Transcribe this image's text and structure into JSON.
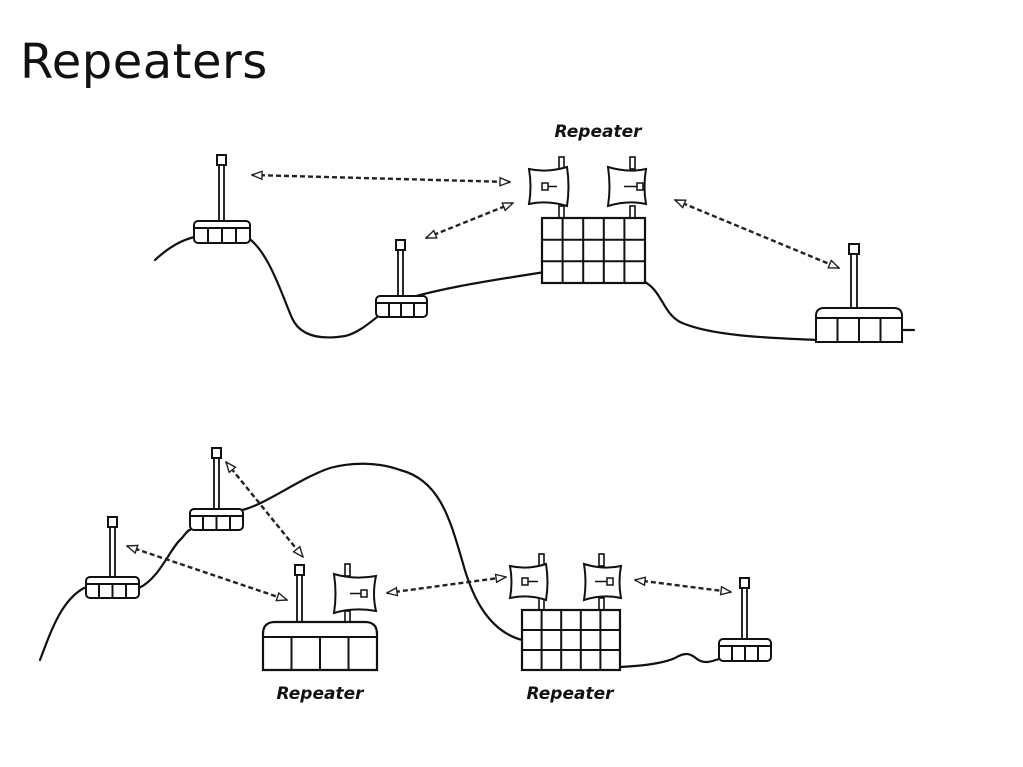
{
  "slide": {
    "title": "Repeaters"
  },
  "diagram": {
    "node_label": "Repeater",
    "labels": [
      {
        "id": "top-repeater-label",
        "text": "Repeater"
      },
      {
        "id": "bottom-left-repeater-label",
        "text": "Repeater"
      },
      {
        "id": "bottom-right-repeater-label",
        "text": "Repeater"
      }
    ]
  },
  "colors": {
    "ink": "#111111",
    "background": "#ffffff"
  }
}
